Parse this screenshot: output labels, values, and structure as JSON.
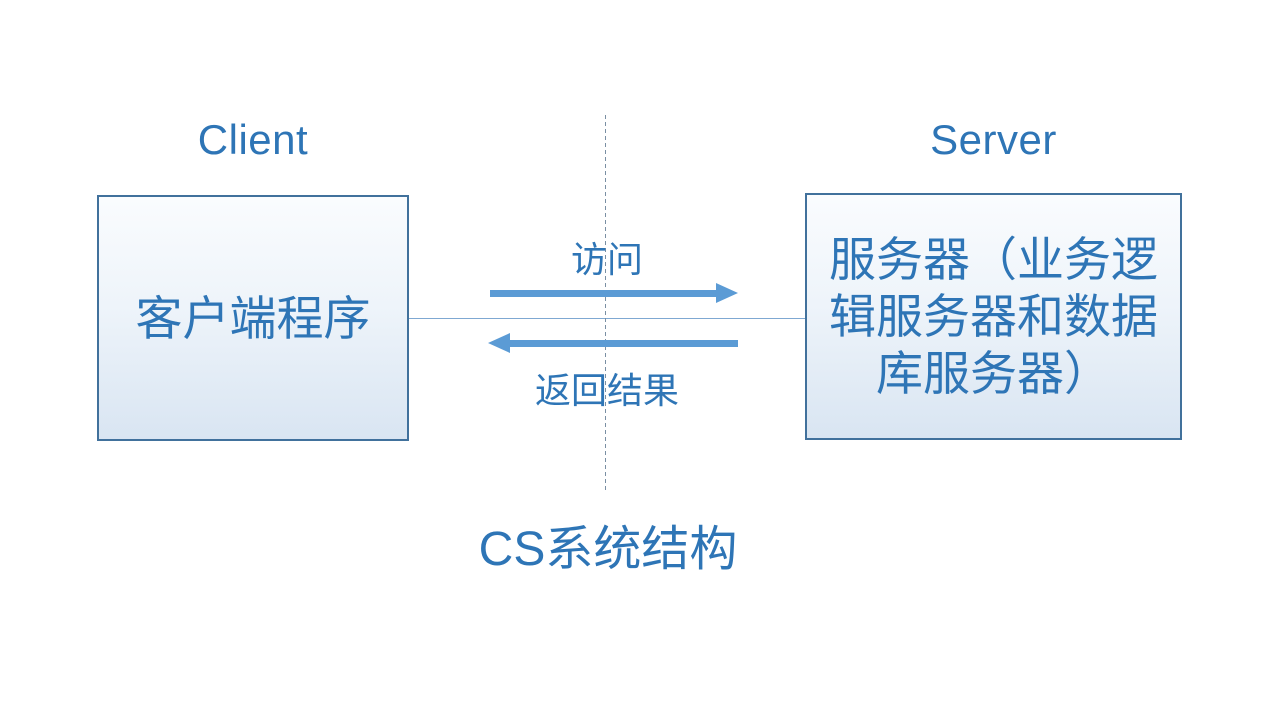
{
  "title": "CS系统结构",
  "client": {
    "heading": "Client",
    "box_label": "客户端程序"
  },
  "server": {
    "heading": "Server",
    "box_label": "服务器（业务逻\n辑服务器和数据\n库服务器）"
  },
  "arrows": {
    "request_label": "访问",
    "response_label": "返回结果"
  },
  "colors": {
    "text_blue": "#2E75B6",
    "arrow_blue": "#5B9BD5",
    "box_border": "#41719C",
    "box_fill_top": "#FAFCFE",
    "box_fill_bottom": "#D9E5F2",
    "connector_blue": "#7FA8D2",
    "dashed_gray": "#7A8FA3"
  }
}
